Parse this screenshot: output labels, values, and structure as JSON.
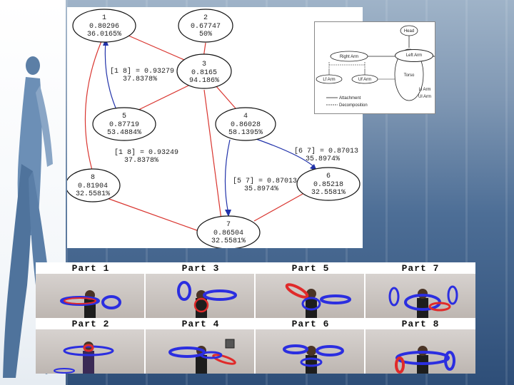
{
  "graph": {
    "nodes": [
      {
        "id": "1",
        "value": "0.80296",
        "percent": "36.0165%"
      },
      {
        "id": "2",
        "value": "0.67747",
        "percent": "50%"
      },
      {
        "id": "3",
        "value": "0.8165",
        "percent": "94.186%"
      },
      {
        "id": "4",
        "value": "0.86028",
        "percent": "58.1395%"
      },
      {
        "id": "5",
        "value": "0.87719",
        "percent": "53.4884%"
      },
      {
        "id": "6",
        "value": "0.85218",
        "percent": "32.5581%"
      },
      {
        "id": "7",
        "value": "0.86504",
        "percent": "32.5581%"
      },
      {
        "id": "8",
        "value": "0.81904",
        "percent": "32.5581%"
      }
    ],
    "edge_labels": [
      {
        "line1": "[1 8] = 0.93279",
        "line2": "37.8378%"
      },
      {
        "line1": "[1 8] = 0.93249",
        "line2": "37.8378%"
      },
      {
        "line1": "[6 7] = 0.87013",
        "line2": "35.8974%"
      },
      {
        "line1": "[5 7] = 0.87013",
        "line2": "35.8974%"
      }
    ],
    "colors": {
      "red_edge": "#d9352f",
      "blue_edge": "#2233aa"
    }
  },
  "inset": {
    "head_label": "Head",
    "torso_label": "Torso",
    "right_arm_label": "Right Arm",
    "left_arm_label": "Left Arm",
    "sub_labels": [
      "Lf Arm",
      "Uf Arm",
      "Ll Arm",
      "Ul Arm"
    ],
    "legend": [
      {
        "label": "Attachment"
      },
      {
        "label": "Decomposition"
      }
    ]
  },
  "parts": {
    "titles": [
      "Part 1",
      "Part 3",
      "Part 5",
      "Part 7",
      "Part 2",
      "Part 4",
      "Part 6",
      "Part 8"
    ],
    "colors": {
      "blue_blob": "#2b2ee0",
      "red_blob": "#e02a2a"
    }
  }
}
